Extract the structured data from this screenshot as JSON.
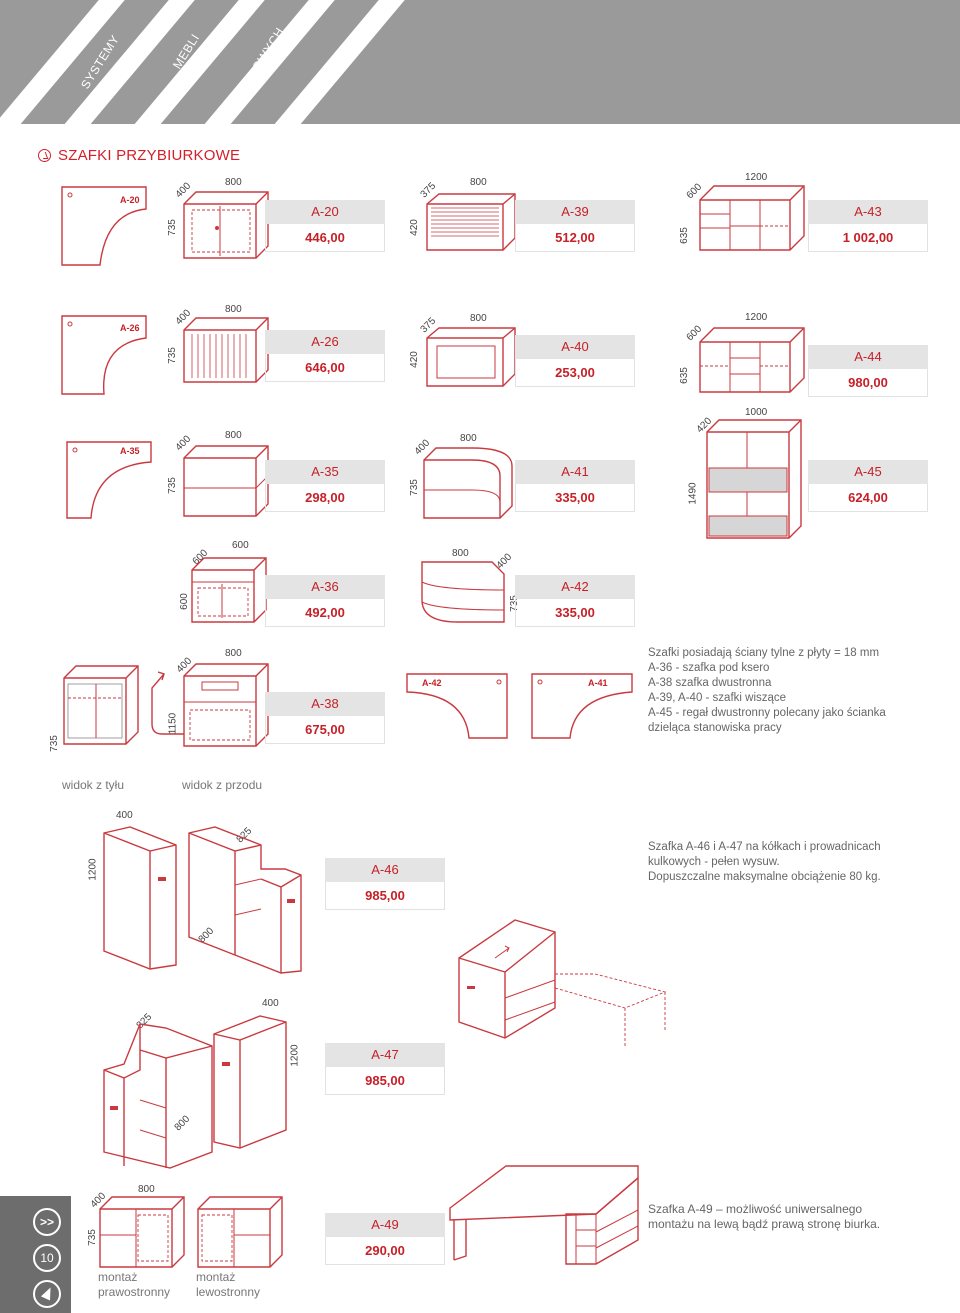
{
  "header": {
    "words": [
      "SYSTEMY",
      "MEBLI",
      "BIUROWYCH"
    ]
  },
  "section": {
    "title": "SZAFKI PRZYBIURKOWE"
  },
  "products": [
    {
      "code": "A-20",
      "price": "446,00"
    },
    {
      "code": "A-39",
      "price": "512,00"
    },
    {
      "code": "A-43",
      "price": "1 002,00"
    },
    {
      "code": "A-26",
      "price": "646,00"
    },
    {
      "code": "A-40",
      "price": "253,00"
    },
    {
      "code": "A-44",
      "price": "980,00"
    },
    {
      "code": "A-35",
      "price": "298,00"
    },
    {
      "code": "A-41",
      "price": "335,00"
    },
    {
      "code": "A-45",
      "price": "624,00"
    },
    {
      "code": "A-36",
      "price": "492,00"
    },
    {
      "code": "A-42",
      "price": "335,00"
    },
    {
      "code": "A-38",
      "price": "675,00"
    },
    {
      "code": "A-46",
      "price": "985,00"
    },
    {
      "code": "A-47",
      "price": "985,00"
    },
    {
      "code": "A-49",
      "price": "290,00"
    }
  ],
  "desk_labels": {
    "a20": "A-20",
    "a26": "A-26",
    "a35": "A-35",
    "a42": "A-42",
    "a41": "A-41"
  },
  "dims": {
    "d735": "735",
    "d400": "400",
    "d800": "800",
    "d420": "420",
    "d375": "375",
    "d635": "635",
    "d600": "600",
    "d1200": "1200",
    "d1000": "1000",
    "d1490": "1490",
    "d1150": "1150",
    "d825": "825"
  },
  "notes": {
    "general": [
      "Szafki posiadają ściany tylne z płyty = 18 mm",
      "A-36 - szafka pod ksero",
      "A-38 szafka dwustronna",
      "A-39, A-40 - szafki wiszące",
      "A-45 - regał dwustronny polecany jako ścianka",
      "dzieląca stanowiska pracy"
    ],
    "a46_47": [
      "Szafka A-46 i A-47 na kółkach i prowadnicach",
      "kulkowych - pełen wysuw.",
      "Dopuszczalne maksymalne obciążenie 80 kg."
    ],
    "a49": [
      "Szafka A-49 – możliwość uniwersalnego",
      "montażu na lewą bądź prawą stronę biurka."
    ]
  },
  "captions": {
    "back_view": "widok z tyłu",
    "front_view": "widok z przodu",
    "right_mount": [
      "montaż",
      "prawostronny"
    ],
    "left_mount": [
      "montaż",
      "lewostronny"
    ]
  },
  "sidebar": {
    "next": ">>",
    "page": "10"
  },
  "colors": {
    "accent": "#c62028",
    "header": "#9a9a9a",
    "sidebar": "#6d6d6d"
  }
}
